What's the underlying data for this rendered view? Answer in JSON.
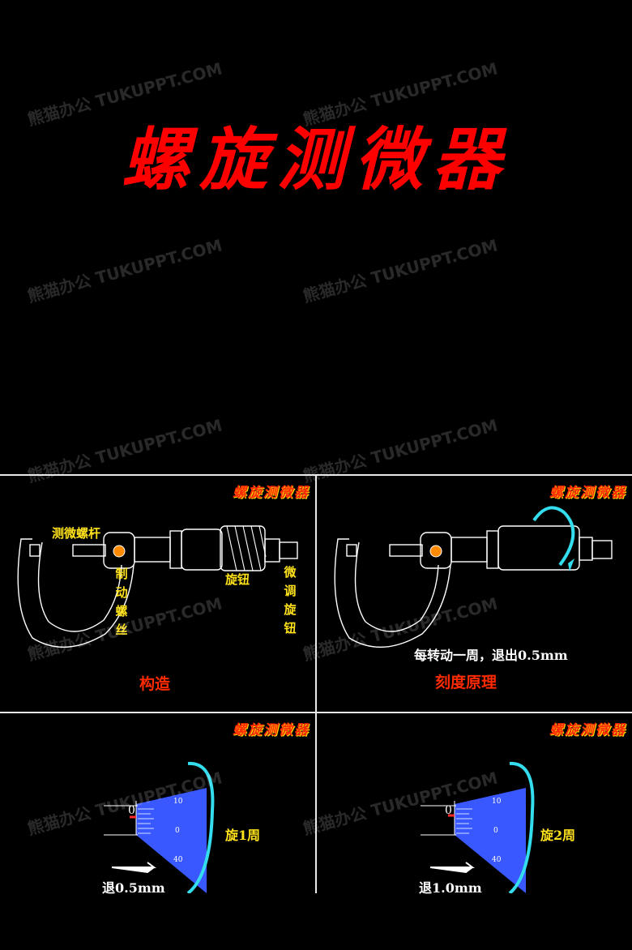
{
  "hero": {
    "title": "螺旋测微器"
  },
  "watermark": {
    "text": "熊猫办公 TUKUPPT.COM"
  },
  "panels": {
    "structure": {
      "corner_title": "螺旋测微器",
      "spindle_label": "测微螺杆",
      "lock_label": "制动螺丝",
      "thimble_label": "旋钮",
      "ratchet_label": "微调旋钮",
      "caption": "构造"
    },
    "principle": {
      "corner_title": "螺旋测微器",
      "statement": "每转动一周，退出0.5mm",
      "caption": "刻度原理"
    },
    "one_turn": {
      "corner_title": "螺旋测微器",
      "main_scale_zero": "0",
      "ticks": [
        "10",
        "0",
        "40"
      ],
      "turn_label": "旋1周",
      "retreat_label": "退0.5mm"
    },
    "two_turn": {
      "corner_title": "螺旋测微器",
      "main_scale_zero": "0",
      "ticks": [
        "10",
        "0",
        "40"
      ],
      "turn_label": "旋2周",
      "retreat_label": "退1.0mm"
    }
  },
  "colors": {
    "title_red": "#ff0000",
    "label_yellow": "#ffe21a",
    "arrow_cyan": "#33ddee",
    "thimble_blue": "#3a58ff"
  }
}
